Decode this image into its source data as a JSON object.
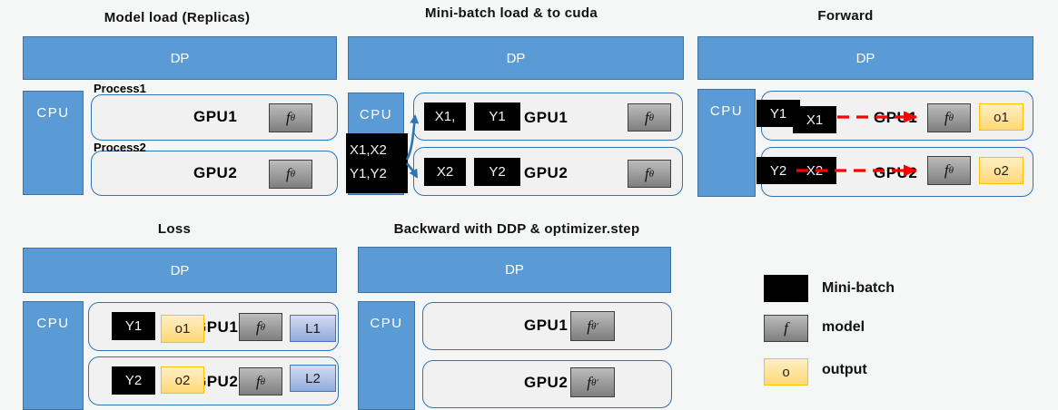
{
  "colors": {
    "background": "#F5F6F6",
    "dp_blue": "#5B9BD5",
    "dp_border": "#41719C",
    "container_border": "#2E74B5",
    "minibatch_black": "#000000",
    "model_gray": "#9A9A9A",
    "output_yellow": "#FFD877",
    "output_border": "#FFC000",
    "loss_blue": "#90ABDB",
    "arrow_red": "#FF0000",
    "arrow_blue": "#2E75B6"
  },
  "panels": {
    "model_load": {
      "title": "Model load (Replicas)",
      "dp": "DP",
      "cpu": "CPU",
      "process1": "Process1",
      "process2": "Process2",
      "gpu1": {
        "label": "GPU1",
        "f": {
          "base": "f",
          "sub": "θ"
        }
      },
      "gpu2": {
        "label": "GPU2",
        "f": {
          "base": "f",
          "sub": "θ"
        }
      }
    },
    "minibatch": {
      "title": "Mini-batch load & to cuda",
      "dp": "DP",
      "cpu": "CPU",
      "stack": {
        "line1": "X1,X2",
        "line2": "Y1,Y2"
      },
      "gpu1": {
        "x": "X1,",
        "y": "Y1",
        "label": "GPU1",
        "f": {
          "base": "f",
          "sub": "θ"
        }
      },
      "gpu2": {
        "x": "X2",
        "y": "Y2",
        "label": "GPU2",
        "f": {
          "base": "f",
          "sub": "θ"
        }
      }
    },
    "forward": {
      "title": "Forward",
      "dp": "DP",
      "cpu": "CPU",
      "gpu1": {
        "y": "Y1",
        "x": "X1",
        "label": "GPU1",
        "f": {
          "base": "f",
          "sub": "θ"
        },
        "out": "o1"
      },
      "gpu2": {
        "y": "Y2",
        "x": "X2",
        "label": "GPU2",
        "f": {
          "base": "f",
          "sub": "θ"
        },
        "out": "o2"
      }
    },
    "loss": {
      "title": "Loss",
      "dp": "DP",
      "cpu": "CPU",
      "gpu1": {
        "y": "Y1",
        "out": "o1",
        "label": "GPU1",
        "f": {
          "base": "f",
          "sub": "θ"
        },
        "loss": "L1"
      },
      "gpu2": {
        "y": "Y2",
        "out": "o2",
        "label": "GPU2",
        "f": {
          "base": "f",
          "sub": "θ"
        },
        "loss": "L2"
      }
    },
    "backward": {
      "title": "Backward with DDP & optimizer.step",
      "dp": "DP",
      "cpu": "CPU",
      "gpu1": {
        "label": "GPU1",
        "f": {
          "base": "f",
          "sub": "θ′"
        }
      },
      "gpu2": {
        "label": "GPU2",
        "f": {
          "base": "f",
          "sub": "θ′"
        }
      }
    }
  },
  "legend": {
    "items": [
      {
        "name": "mini-batch",
        "glyph": "",
        "label": "Mini-batch"
      },
      {
        "name": "model",
        "glyph": "f",
        "label": "model"
      },
      {
        "name": "output",
        "glyph": "o",
        "label": "output"
      }
    ]
  }
}
